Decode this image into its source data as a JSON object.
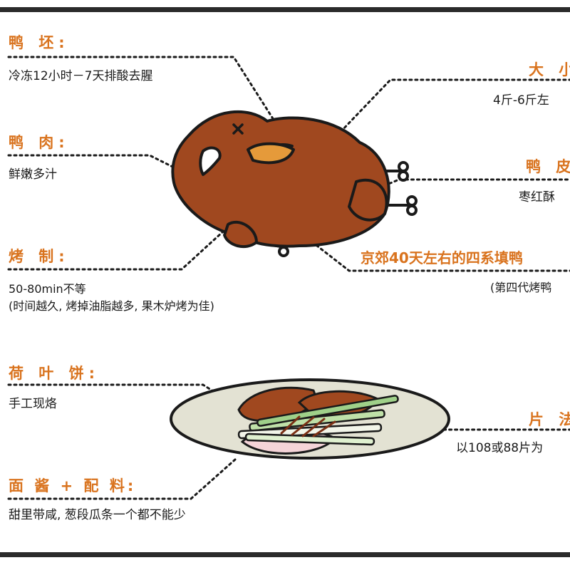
{
  "labels": {
    "duck_blank": {
      "title": "鸭 坯:",
      "desc": "冷冻12小时－7天排酸去腥"
    },
    "duck_meat": {
      "title": "鸭 肉:",
      "desc": "鲜嫩多汁"
    },
    "roasting": {
      "title": "烤 制:",
      "desc": "50-80min不等",
      "desc2": "(时间越久, 烤掉油脂越多, 果木炉烤为佳)"
    },
    "size": {
      "title": "大 小",
      "desc": "4斤-6斤左"
    },
    "duck_skin": {
      "title": "鸭 皮",
      "desc": "枣红酥"
    },
    "breed": {
      "title": "京郊40天左右的四系填鸭",
      "desc": "(第四代烤鸭"
    },
    "lotus_pancake": {
      "title": "荷 叶 饼:",
      "desc": "手工现烙"
    },
    "slicing": {
      "title": "片 法",
      "desc": "以108或88片为"
    },
    "sauce": {
      "title": "面 酱 + 配 料:",
      "desc": "甜里带咸, 葱段瓜条一个都不能少"
    }
  },
  "colors": {
    "accent": "#d9731e",
    "duck_body": "#a0481f",
    "duck_shadow": "#7a3015",
    "beak": "#e59a3a",
    "plate": "#e3e2d3",
    "frame": "#2b2b2b"
  }
}
